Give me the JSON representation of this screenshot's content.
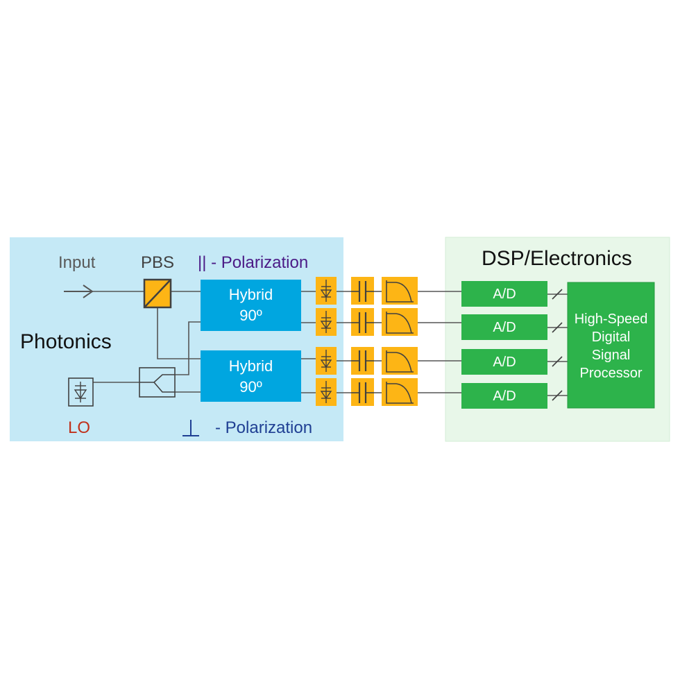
{
  "labels": {
    "input": "Input",
    "pbs": "PBS",
    "parallel_polarization": "|| - Polarization",
    "perpendicular_polarization": "- Polarization",
    "photonics": "Photonics",
    "lo": "LO",
    "dsp_electronics": "DSP/Electronics"
  },
  "hybrids": [
    {
      "line1": "Hybrid",
      "line2": "90º"
    },
    {
      "line1": "Hybrid",
      "line2": "90º"
    }
  ],
  "adcs": [
    "A/D",
    "A/D",
    "A/D",
    "A/D"
  ],
  "processor": {
    "lines": [
      "High-Speed",
      "Digital",
      "Signal",
      "Processor"
    ]
  },
  "colors": {
    "photonics_bg": "#c5e9f6",
    "electronics_bg": "#e8f7e9",
    "hybrid": "#00a6e0",
    "component_orange": "#fdb515",
    "electronics_green": "#2db34b",
    "wire": "#555555"
  },
  "icons": [
    "arrow-right-icon",
    "beam-splitter-icon",
    "laser-diode-icon",
    "coupler-icon",
    "photodiode-icon",
    "capacitor-icon",
    "filter-curve-icon",
    "bus-slash-icon"
  ]
}
